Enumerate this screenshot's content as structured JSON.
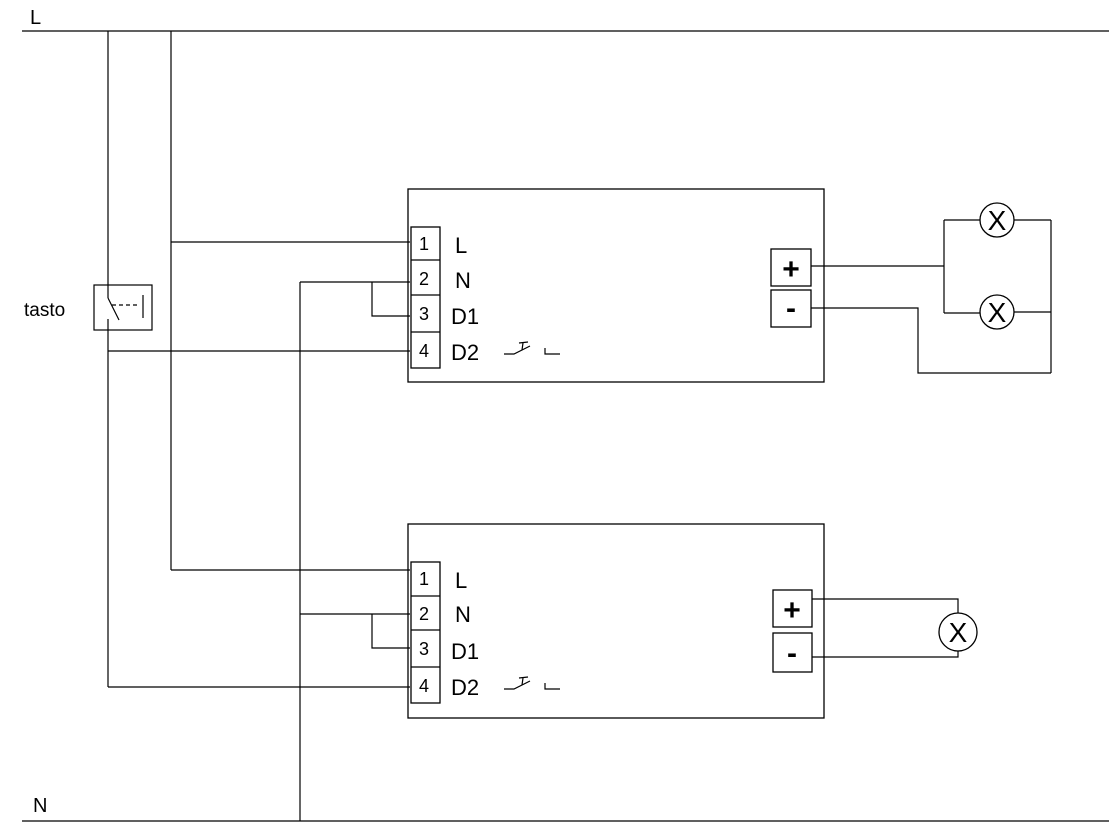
{
  "rails": {
    "line_label": "L",
    "neutral_label": "N"
  },
  "switch": {
    "label": "tasto"
  },
  "modules": [
    {
      "terminals": [
        {
          "num": "1",
          "label": "L"
        },
        {
          "num": "2",
          "label": "N"
        },
        {
          "num": "3",
          "label": "D1"
        },
        {
          "num": "4",
          "label": "D2"
        }
      ],
      "outputs": {
        "plus": "+",
        "minus": "-"
      },
      "lamps": [
        {
          "symbol": "X"
        },
        {
          "symbol": "X"
        }
      ]
    },
    {
      "terminals": [
        {
          "num": "1",
          "label": "L"
        },
        {
          "num": "2",
          "label": "N"
        },
        {
          "num": "3",
          "label": "D1"
        },
        {
          "num": "4",
          "label": "D2"
        }
      ],
      "outputs": {
        "plus": "+",
        "minus": "-"
      },
      "lamps": [
        {
          "symbol": "X"
        }
      ]
    }
  ]
}
